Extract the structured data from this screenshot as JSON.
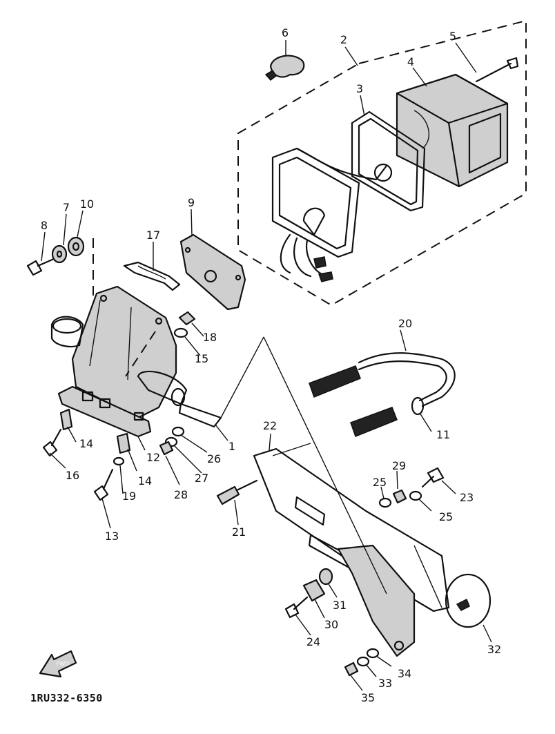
{
  "caption": "1RU332-6350",
  "parts": {
    "p1": "1",
    "p2": "2",
    "p3": "3",
    "p4": "4",
    "p5": "5",
    "p6": "6",
    "p7": "7",
    "p8": "8",
    "p9": "9",
    "p10": "10",
    "p11": "11",
    "p12": "12",
    "p13": "13",
    "p14a": "14",
    "p14b": "14",
    "p15": "15",
    "p16": "16",
    "p17": "17",
    "p18": "18",
    "p19": "19",
    "p20": "20",
    "p21": "21",
    "p22": "22",
    "p23": "23",
    "p24": "24",
    "p25a": "25",
    "p25b": "25",
    "p26": "26",
    "p27": "27",
    "p28": "28",
    "p29": "29",
    "p30": "30",
    "p31": "31",
    "p32": "32",
    "p33": "33",
    "p34": "34",
    "p35": "35"
  },
  "arrow_label": "FWD"
}
